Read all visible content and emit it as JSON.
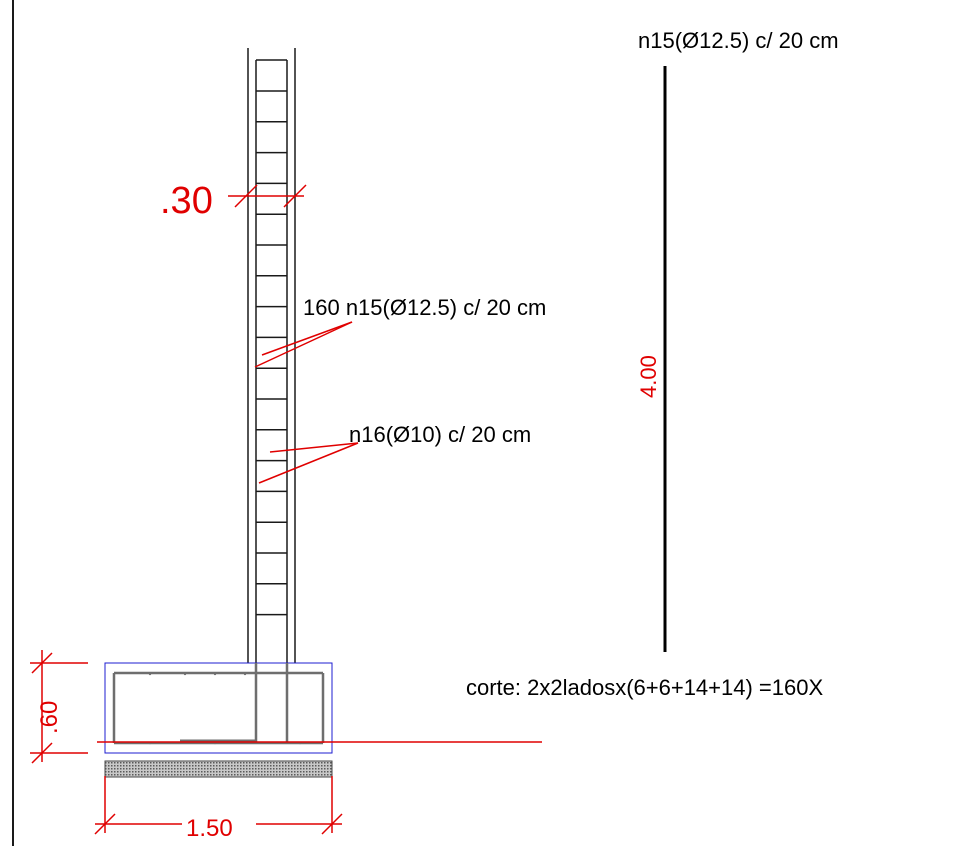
{
  "colors": {
    "line": "#1a1a1a",
    "rebar": "#6e6e6e",
    "dimension": "#e00000",
    "frame": "#1c1cd0",
    "hatch": "#7a7a7a"
  },
  "labels": {
    "bar_top": "n15(Ø12.5) c/ 20 cm",
    "bar_length": "4.00",
    "cut_formula": "corte: 2x2ladosx(6+6+14+14) =160X",
    "callout_n15": "160 n15(Ø12.5) c/ 20 cm",
    "callout_n16": "n16(Ø10) c/ 20 cm"
  },
  "dimensions": {
    "wall_thickness": ".30",
    "footing_height": ".60",
    "footing_width": "1.50"
  }
}
